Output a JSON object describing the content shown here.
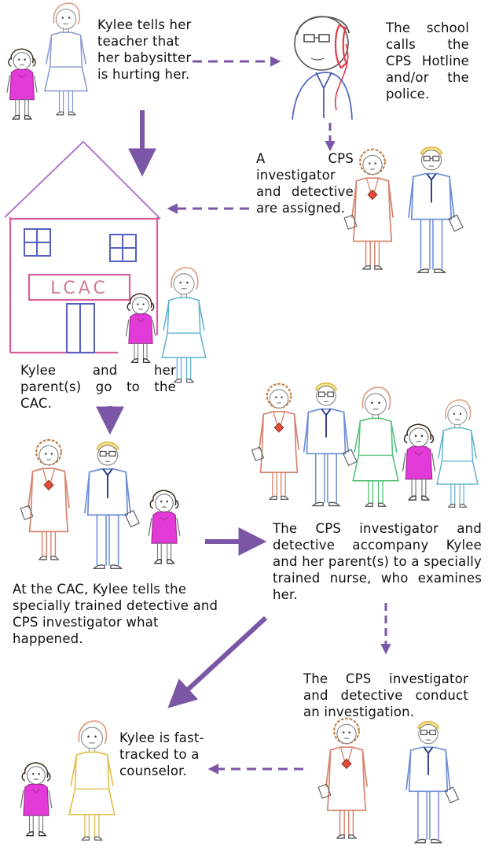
{
  "captions": {
    "disclosure": "Kylee tells her teacher that her babysitter is hurting her.",
    "school_call": "The school calls the CPS Hotline and/or the police.",
    "assigned": "A CPS investigator and detective are assigned.",
    "go_to_cac": "Kylee and her parent(s) go to the CAC.",
    "nurse": "The CPS investigator and detective accompany Kylee and her parent(s) to a specially trained nurse, who examines her.",
    "interview": "At the CAC, Kylee tells the specially trained detective and CPS investigator what happened.",
    "investigation": "The CPS investigator and detective conduct an investigation.",
    "counselor": "Kylee is fast-tracked to a counselor."
  },
  "building_sign": "LCAC",
  "colors": {
    "arrow": "#7b56a6",
    "house": "#b278cc",
    "house_wall": "#d9609a",
    "windows": "#5560c2",
    "sign_text": "#d27b9a",
    "kylee_dress": "#e23ad6",
    "parent_dress": "#5fb3cf",
    "teacher_dress": "#8898d0",
    "cps_investigator": "#d7816a",
    "detective": "#6f8fd6",
    "nurse": "#56c27c",
    "counselor": "#e2bf4a",
    "hair_brown": "#c47a3a",
    "hair_blonde": "#e8c94b",
    "hair_gray": "#a8a8a8"
  }
}
